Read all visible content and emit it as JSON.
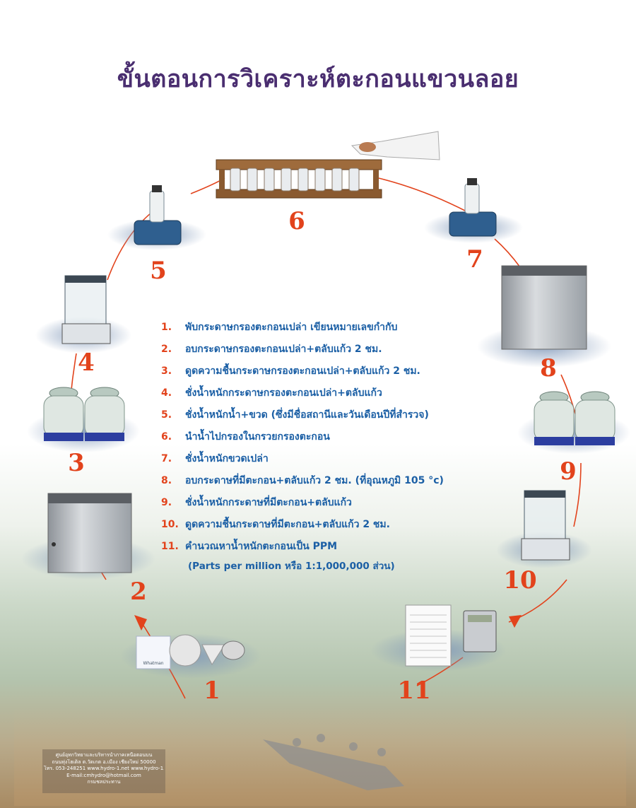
{
  "title": "ขั้นตอนการวิเคราะห์ตะกอนแขวนลอย",
  "stage_numbers": [
    "1",
    "2",
    "3",
    "4",
    "5",
    "6",
    "7",
    "8",
    "9",
    "10",
    "11"
  ],
  "steps": [
    {
      "num": "1.",
      "text": "พับกระดาษกรองตะกอนเปล่า เขียนหมายเลขกำกับ"
    },
    {
      "num": "2.",
      "text": "อบกระดาษกรองตะกอนเปล่า+ตลับแก้ว 2 ชม."
    },
    {
      "num": "3.",
      "text": "ดูดความชื้นกระดาษกรองตะกอนเปล่า+ตลับแก้ว 2 ชม."
    },
    {
      "num": "4.",
      "text": "ชั่งน้ำหนักกระดาษกรองตะกอนเปล่า+ตลับแก้ว"
    },
    {
      "num": "5.",
      "text": "ชั่งน้ำหนักน้ำ+ขวด (ซึ่งมีชื่อสถานีและวันเดือนปีที่สำรวจ)"
    },
    {
      "num": "6.",
      "text": "นำน้ำไปกรองในกรวยกรองตะกอน"
    },
    {
      "num": "7.",
      "text": "ชั่งน้ำหนักขวดเปล่า"
    },
    {
      "num": "8.",
      "text": "อบกระดาษที่มีตะกอน+ตลับแก้ว 2 ชม. (ที่อุณหภูมิ 105 °c)"
    },
    {
      "num": "9.",
      "text": "ชั่งน้ำหนักกระดาษที่มีตะกอน+ตลับแก้ว"
    },
    {
      "num": "10.",
      "text": "ดูดความชื้นกระดาษที่มีตะกอน+ตลับแก้ว 2 ชม."
    },
    {
      "num": "11.",
      "text": "คำนวณหาน้ำหนักตะกอนเป็น PPM"
    }
  ],
  "note": "(Parts per million  หรือ 1:1,000,000 ส่วน)",
  "footer": {
    "line1": "ศูนย์อุทกวิทยาและบริหารน้ำภาคเหนือตอนบน",
    "line2": "ถนนทุ่งโฮเต็ล ต.วัดเกต อ.เมือง เชียงใหม่ 50000",
    "line3": "โทร. 053-248251 www.hydro-1.net  www.hydro-1.com",
    "line4": "E-mail:cmhydro@hotmail.com",
    "line5": "กรมชลประทาน"
  },
  "labels": {
    "filter_brand": "Whatman"
  },
  "colors": {
    "title": "#4a2e70",
    "step_text": "#1b5fa5",
    "step_number": "#e2431c",
    "loop_line": "#e2431c"
  }
}
